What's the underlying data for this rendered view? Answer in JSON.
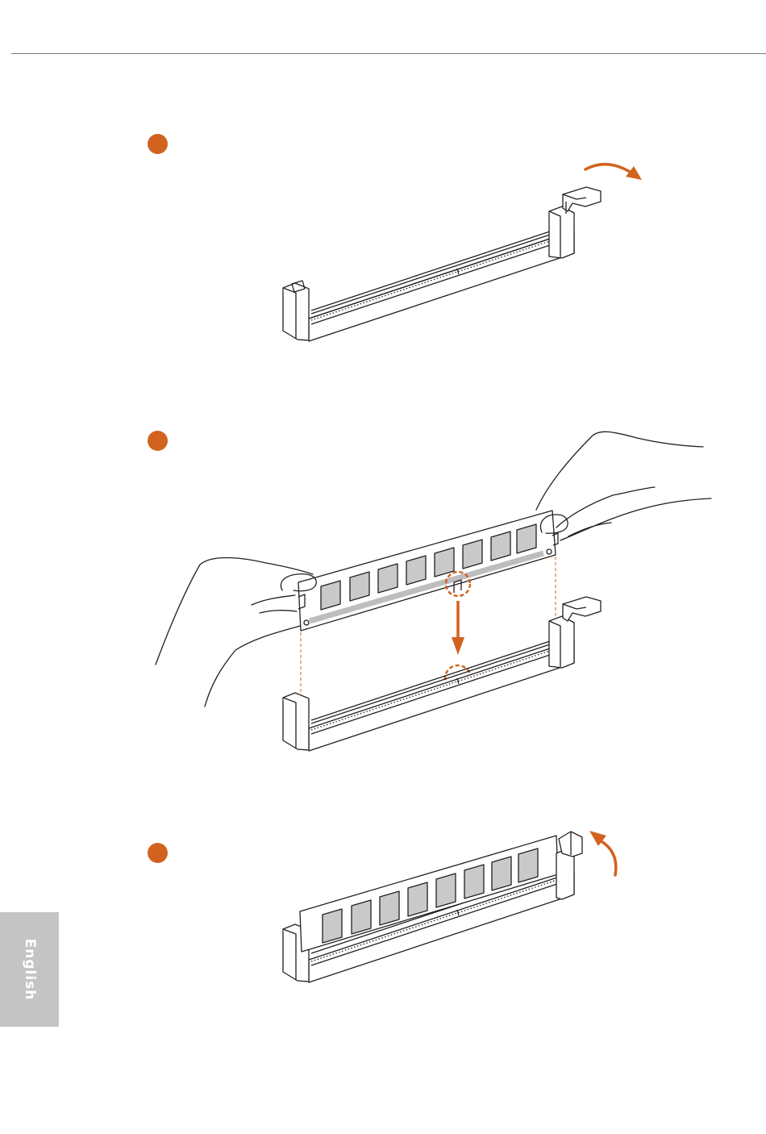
{
  "page": {
    "language_tab": "English"
  },
  "colors": {
    "accent": "#d2621f",
    "line": "#231f20",
    "chip_fill": "#c9c9c9",
    "tab_background": "#c4c4c4",
    "rule": "#7a7a7a"
  },
  "steps": [
    {
      "id": 1,
      "illustration": "open-latch"
    },
    {
      "id": 2,
      "illustration": "align-and-insert-module"
    },
    {
      "id": 3,
      "illustration": "latch-closed"
    }
  ]
}
